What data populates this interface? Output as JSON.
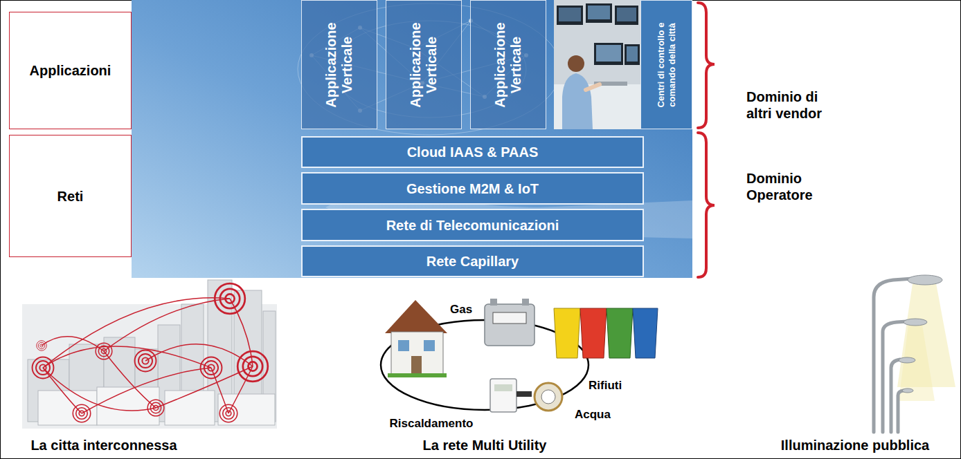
{
  "diagram": {
    "nodes": [
      {
        "text": [
          "Applicazioni"
        ]
      },
      {
        "text": [
          "Reti"
        ]
      },
      {
        "text": [
          "Applicazione Verticale"
        ]
      },
      {
        "text": [
          "Applicazione Verticale"
        ]
      },
      {
        "text": [
          "Applicazione Verticale"
        ]
      },
      {
        "text": [
          "Centri di controllo e comando della città"
        ]
      },
      {
        "text": [
          "Cloud IAAS & PAAS"
        ]
      },
      {
        "text": [
          "Gestione M2M & IoT"
        ]
      },
      {
        "text": [
          "Rete di Telecomunicazioni"
        ]
      },
      {
        "text": [
          "Rete Capillary"
        ]
      }
    ],
    "labels": [
      "Dominio di altri vendor",
      "Dominio Operatore",
      "Gas",
      "Rifiuti",
      "Acqua",
      "Riscaldamento",
      "La citta interconnessa",
      "La rete Multi Utility",
      "Illuminazione pubblica"
    ]
  }
}
